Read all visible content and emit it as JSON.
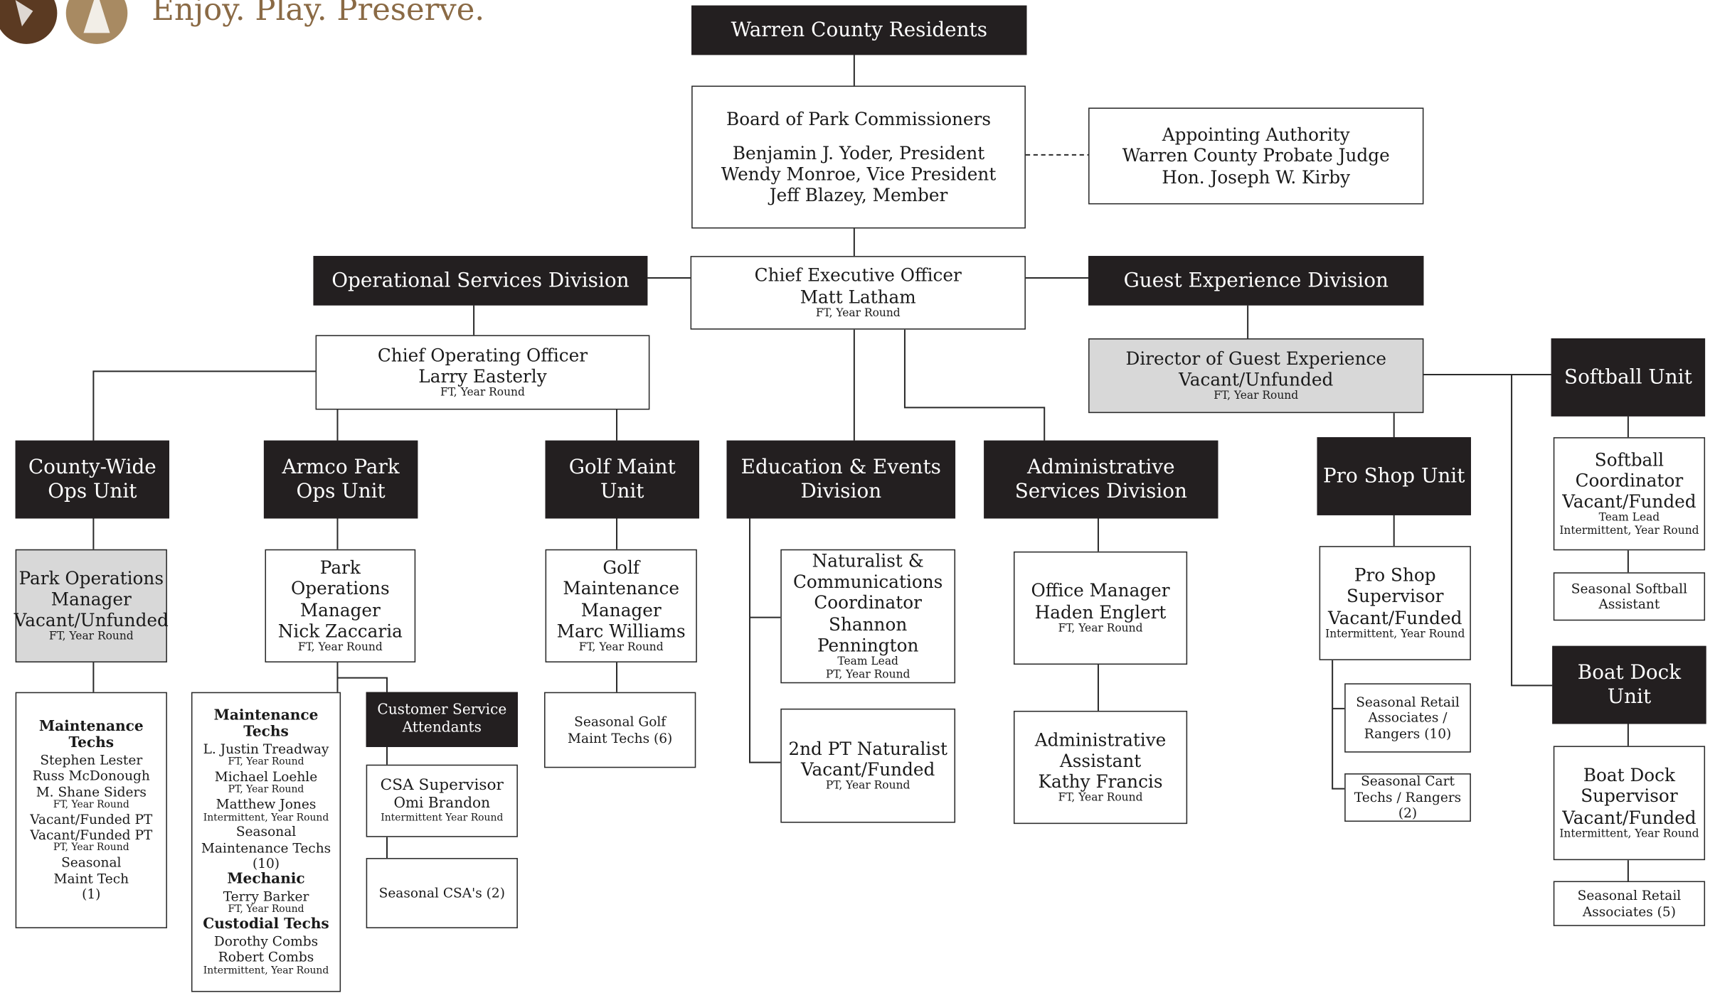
{
  "header": {
    "tagline": "Enjoy. Play. Preserve."
  },
  "top": {
    "residents": "Warren County Residents"
  },
  "board": {
    "title": "Board of Park Commissioners",
    "members": [
      "Benjamin J. Yoder, President",
      "Wendy Monroe, Vice President",
      "Jeff Blazey, Member"
    ]
  },
  "appointing": {
    "lines": [
      "Appointing Authority",
      "Warren County Probate Judge",
      "Hon. Joseph W. Kirby"
    ]
  },
  "ceo": {
    "title": "Chief Executive Officer",
    "name": "Matt Latham",
    "status": "FT, Year Round"
  },
  "divisions": {
    "operational": "Operational Services Division",
    "guest": "Guest Experience Division",
    "education": "Education & Events Division",
    "admin": "Administrative Services Division"
  },
  "coo": {
    "title": "Chief Operating Officer",
    "name": "Larry Easterly",
    "status": "FT, Year Round"
  },
  "dge": {
    "title": "Director of Guest Experience",
    "name": "Vacant/Unfunded",
    "status": "FT, Year Round"
  },
  "units": {
    "county_wide": "County-Wide Ops Unit",
    "armco": "Armco Park Ops Unit",
    "golf": "Golf Maint Unit",
    "pro_shop": "Pro Shop Unit",
    "softball": "Softball Unit",
    "boat_dock": "Boat Dock Unit"
  },
  "park_ops_manager_vacant": {
    "title": "Park Operations Manager",
    "name": "Vacant/Unfunded",
    "status": "FT, Year Round"
  },
  "park_ops_manager_nick": {
    "title": "Park Operations Manager",
    "name": "Nick Zaccaria",
    "status": "FT, Year Round"
  },
  "golf_manager": {
    "title": "Golf Maintenance Manager",
    "name": "Marc Williams",
    "status": "FT, Year Round"
  },
  "naturalist": {
    "title": "Naturalist & Communications Coordinator",
    "name": "Shannon Pennington",
    "role": "Team Lead",
    "status": "PT, Year Round"
  },
  "naturalist2": {
    "title": "2nd PT Naturalist",
    "name": "Vacant/Funded",
    "status": "PT, Year Round"
  },
  "office_manager": {
    "title": "Office Manager",
    "name": "Haden Englert",
    "status": "FT, Year Round"
  },
  "admin_assistant": {
    "title": "Administrative Assistant",
    "name": "Kathy Francis",
    "status": "FT, Year Round"
  },
  "pro_shop_supervisor": {
    "title": "Pro Shop Supervisor",
    "name": "Vacant/Funded",
    "status": "Intermittent, Year Round"
  },
  "seasonal_retail_rangers": "Seasonal Retail Associates / Rangers (10)",
  "seasonal_cart": "Seasonal Cart Techs / Rangers (2)",
  "softball_coord": {
    "title": "Softball Coordinator",
    "name": "Vacant/Funded",
    "role": "Team Lead",
    "status": "Intermittent, Year Round"
  },
  "seasonal_softball": "Seasonal Softball Assistant",
  "boat_supervisor": {
    "title": "Boat Dock Supervisor",
    "name": "Vacant/Funded",
    "status": "Intermittent, Year Round"
  },
  "seasonal_retail5": "Seasonal Retail Associates (5)",
  "cw_techs": {
    "heading": "Maintenance Techs",
    "lines": [
      "Stephen Lester",
      "Russ McDonough",
      "M. Shane Siders"
    ],
    "status1": "FT, Year Round",
    "vacant1": "Vacant/Funded PT",
    "vacant2": "Vacant/Funded PT",
    "status2": "PT, Year Round",
    "seasonal": "Seasonal Maint Tech (1)"
  },
  "armco_techs": {
    "heading": "Maintenance Techs",
    "p1": "L. Justin Treadway",
    "p1s": "FT, Year Round",
    "p2": "Michael Loehle",
    "p2s": "PT, Year Round",
    "p3": "Matthew Jones",
    "p3s": "Intermittent, Year Round",
    "seasonal": "Seasonal Maintenance Techs (10)",
    "mechanic_heading": "Mechanic",
    "mechanic": "Terry Barker",
    "mechanic_s": "FT, Year Round",
    "custodial_heading": "Custodial Techs",
    "c1": "Dorothy Combs",
    "c2": "Robert Combs",
    "cs": "Intermittent, Year Round"
  },
  "csa": {
    "title": "Customer Service Attendants"
  },
  "csa_supervisor": {
    "title": "CSA Supervisor",
    "name": "Omi Brandon",
    "status": "Intermittent Year Round"
  },
  "seasonal_csa": "Seasonal CSA's (2)",
  "seasonal_golf": "Seasonal Golf Maint Techs (6)",
  "colors": {
    "dark_box": "#231f20",
    "gray_box": "#d8d8d8",
    "logo": "#8a6a45"
  }
}
